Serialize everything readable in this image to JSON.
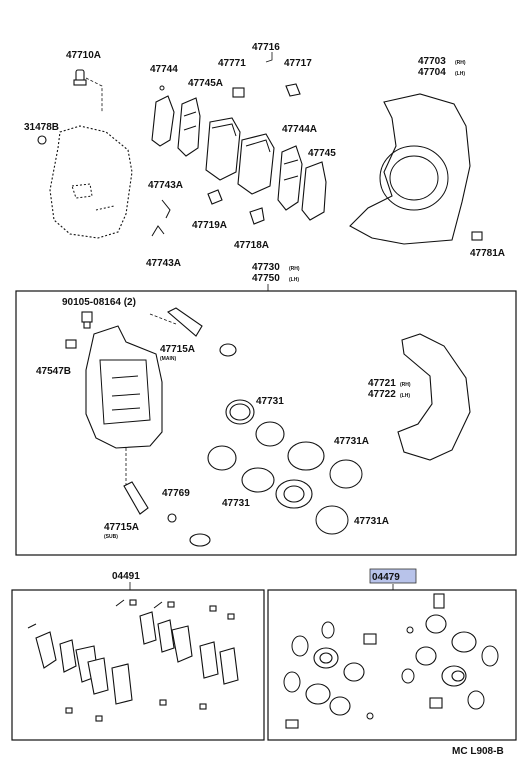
{
  "diagram": {
    "code": "MC L908-B",
    "parts_top": {
      "p47710A": "47710A",
      "p31478B": "31478B",
      "p47744": "47744",
      "p47745A": "47745A",
      "p47771": "47771",
      "p47716": "47716",
      "p47717": "47717",
      "p47703": "47703",
      "p47703_sub": "(RH)",
      "p47704": "47704",
      "p47704_sub": "(LH)",
      "p47744A": "47744A",
      "p47745": "47745",
      "p47743A_a": "47743A",
      "p47743A_b": "47743A",
      "p47719A": "47719A",
      "p47718A": "47718A",
      "p47781A": "47781A",
      "p47730": "47730",
      "p47730_sub": "(RH)",
      "p47750": "47750",
      "p47750_sub": "(LH)"
    },
    "parts_caliper": {
      "p90105": "90105-08164 (2)",
      "p47715A_main": "47715A",
      "p47715A_main_sub": "(MAIN)",
      "p47547B": "47547B",
      "p47731_a": "47731",
      "p47731_b": "47731",
      "p47731A_a": "47731A",
      "p47731A_b": "47731A",
      "p47721": "47721",
      "p47721_sub": "(RH)",
      "p47722": "47722",
      "p47722_sub": "(LH)",
      "p47769": "47769",
      "p47715A_sub": "47715A",
      "p47715A_sub_sub": "(SUB)"
    },
    "kits": {
      "pad_kit": "04491",
      "cylinder_kit": "04479"
    },
    "colors": {
      "line": "#111111",
      "highlight": "#b8c3ea"
    }
  }
}
